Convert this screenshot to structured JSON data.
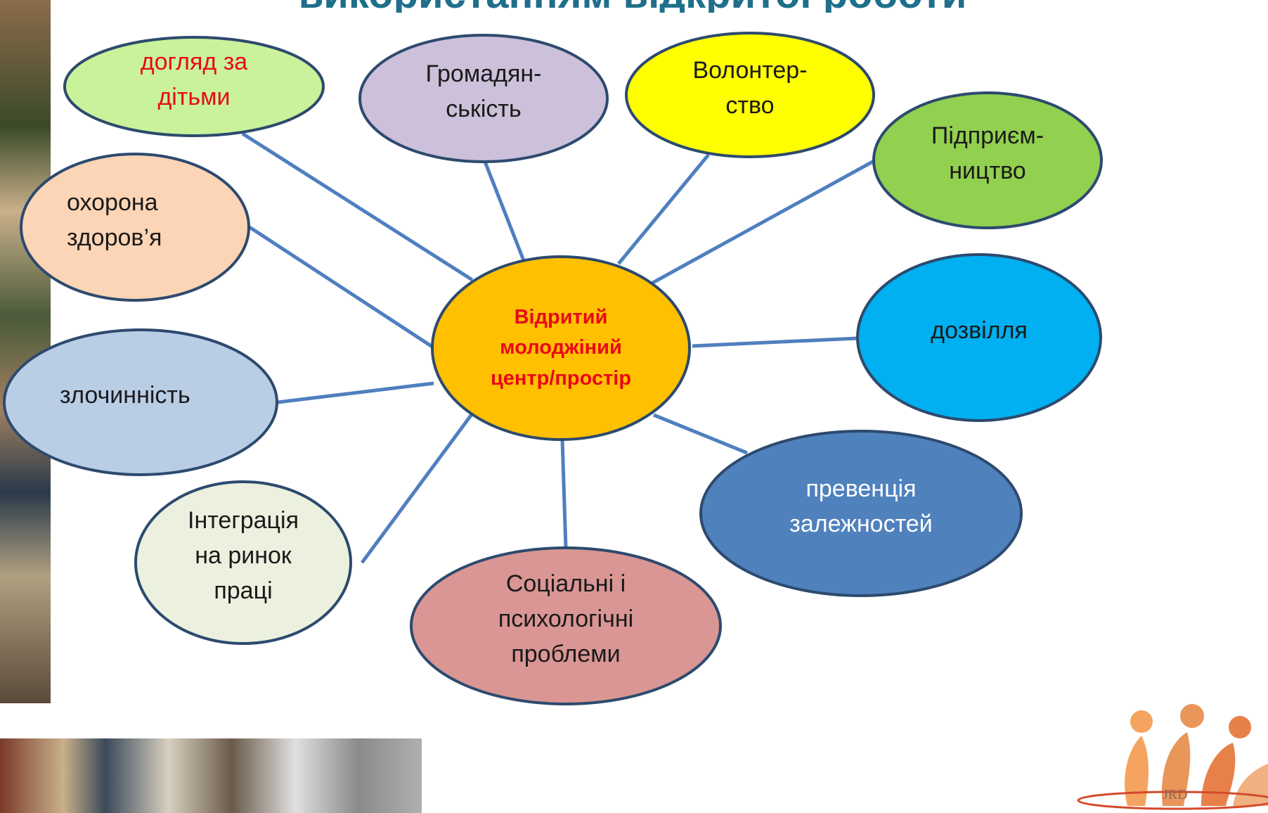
{
  "title": "використанням відкритої роботи",
  "center": {
    "label": "Відритий\nмолоджіний\nцентр/простір",
    "color": "#ffc000"
  },
  "nodes": [
    {
      "id": "childcare",
      "label": "догляд за\nдітьми",
      "fill": "#c9f29a",
      "text_color": "red"
    },
    {
      "id": "citizenship",
      "label": "Громадян-\nськість",
      "fill": "#ccc0da",
      "text_color": "dark"
    },
    {
      "id": "volunteering",
      "label": "Волонтер-\nство",
      "fill": "#ffff00",
      "text_color": "dark"
    },
    {
      "id": "entrepreneurship",
      "label": "Підприєм-\nництво",
      "fill": "#92d050",
      "text_color": "dark"
    },
    {
      "id": "health",
      "label": "охорона\nздоров’я",
      "fill": "#fbd5b5",
      "text_color": "dark"
    },
    {
      "id": "leisure",
      "label": "дозвілля",
      "fill": "#00b0f0",
      "text_color": "dark"
    },
    {
      "id": "crime",
      "label": "злочинність",
      "fill": "#b9cde5",
      "text_color": "dark"
    },
    {
      "id": "addiction",
      "label": "превенція\nзалежностей",
      "fill": "#4f81bd",
      "text_color": "white"
    },
    {
      "id": "labor",
      "label": "Інтеграція\nна ринок\nпраці",
      "fill": "#ebf1de",
      "text_color": "dark"
    },
    {
      "id": "social",
      "label": "Соціальні і\nпсихологічні\nпроблеми",
      "fill": "#d99694",
      "text_color": "dark"
    }
  ],
  "colors": {
    "outline": "#2d4a6e",
    "connector": "#4f7fbf",
    "title": "#1f6f8b"
  },
  "logo": {
    "text": "JRD"
  }
}
